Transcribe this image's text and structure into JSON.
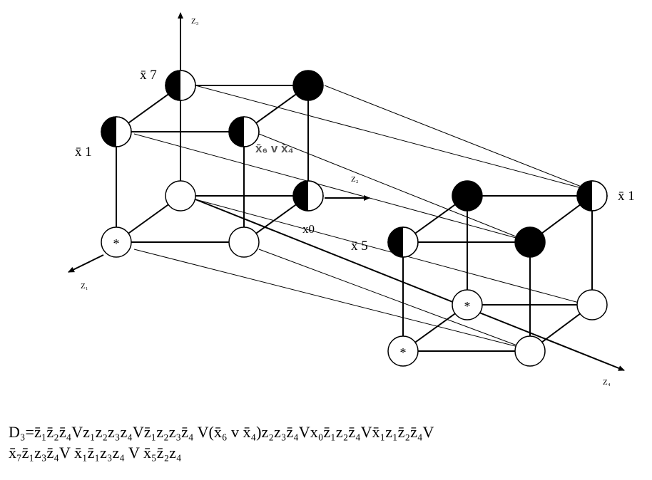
{
  "diagram": {
    "axes": {
      "z1": "Z₁",
      "z2": "Z₂",
      "z3": "Z₃",
      "z4": "Z₄"
    },
    "labels": {
      "x7": "x̄ 7",
      "x1_left": "x̄ 1",
      "x1_right": "x̄ 1",
      "x5": "x̄ 5",
      "x0": "x0",
      "x6x4": "x̄₆ v x̄₄"
    },
    "star": "*"
  },
  "formula": {
    "line1": "D₃=z̄₁z̄₂z̄₄Vz₁z₂z₃z₄Vz̄₁z₂z₃z̄₄ V(x̄₆ v x̄₄)z₂z₃z̄₄Vx₀z̄₁z₂z̄₄Vx̄₁z₁z̄₂z̄₄V",
    "line2": "x̄₇z̄₁z₃z̄₄V x̄₁z̄₁z₃z₄ V x̄₅z̄₂z₄"
  }
}
